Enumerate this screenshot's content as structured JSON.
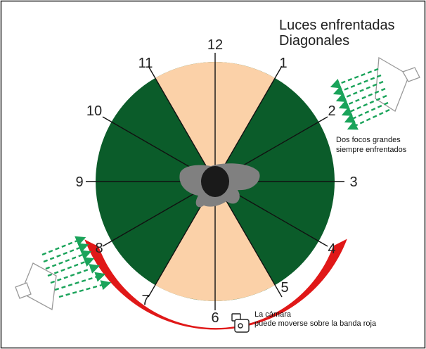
{
  "title": {
    "line1": "Luces enfrentadas",
    "line2": "Diagonales"
  },
  "clock_labels": [
    "12",
    "1",
    "2",
    "3",
    "4",
    "5",
    "6",
    "7",
    "8",
    "9",
    "10",
    "11"
  ],
  "notes": {
    "lights_line1": "Dos focos  grandes",
    "lights_line2": "siempre enfrentados",
    "camera_line1": "La cámara",
    "camera_line2": "puede moverse sobre la banda roja"
  },
  "colors": {
    "green": "#0b5c2a",
    "peach": "#fbd1a8",
    "red": "#e01818",
    "gray": "#7f7f7f",
    "light_arrows": "#1aa35a"
  },
  "icons": {
    "light_top_right": "spotlight-icon",
    "light_bottom_left": "spotlight-icon",
    "camera": "video-camera-icon"
  }
}
